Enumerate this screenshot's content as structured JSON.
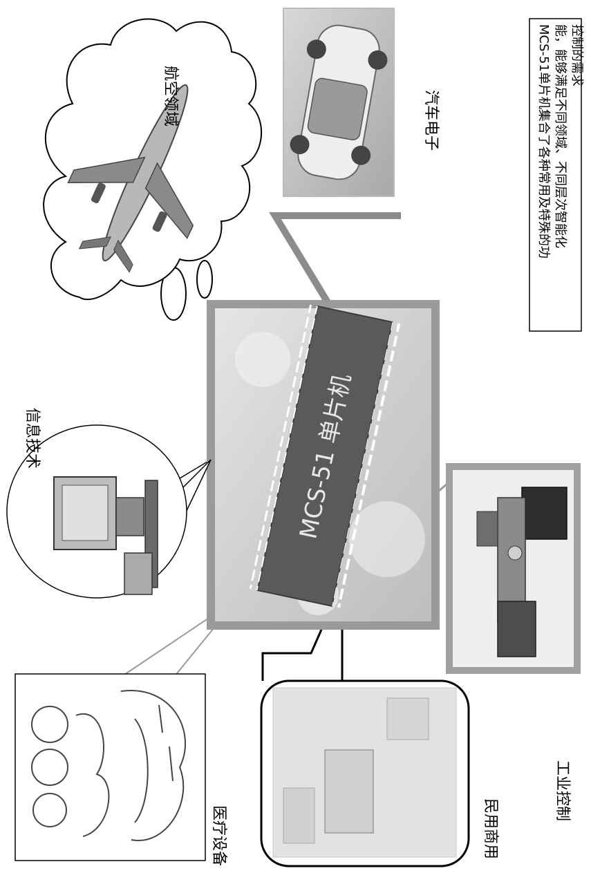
{
  "labels": {
    "aviation": "航空领域",
    "auto_electronics": "汽车电子",
    "info_tech": "信息技术",
    "medical": "医疗设备",
    "civil_commercial": "民用商用",
    "industrial": "工业控制"
  },
  "chip": {
    "text": "MCS-51 单片机"
  },
  "description": {
    "lines": [
      "MCS-51单片机集合了各种常用及特殊的功",
      "能，能够满足不同领域、不同层次智能化",
      "控制的需求"
    ]
  }
}
